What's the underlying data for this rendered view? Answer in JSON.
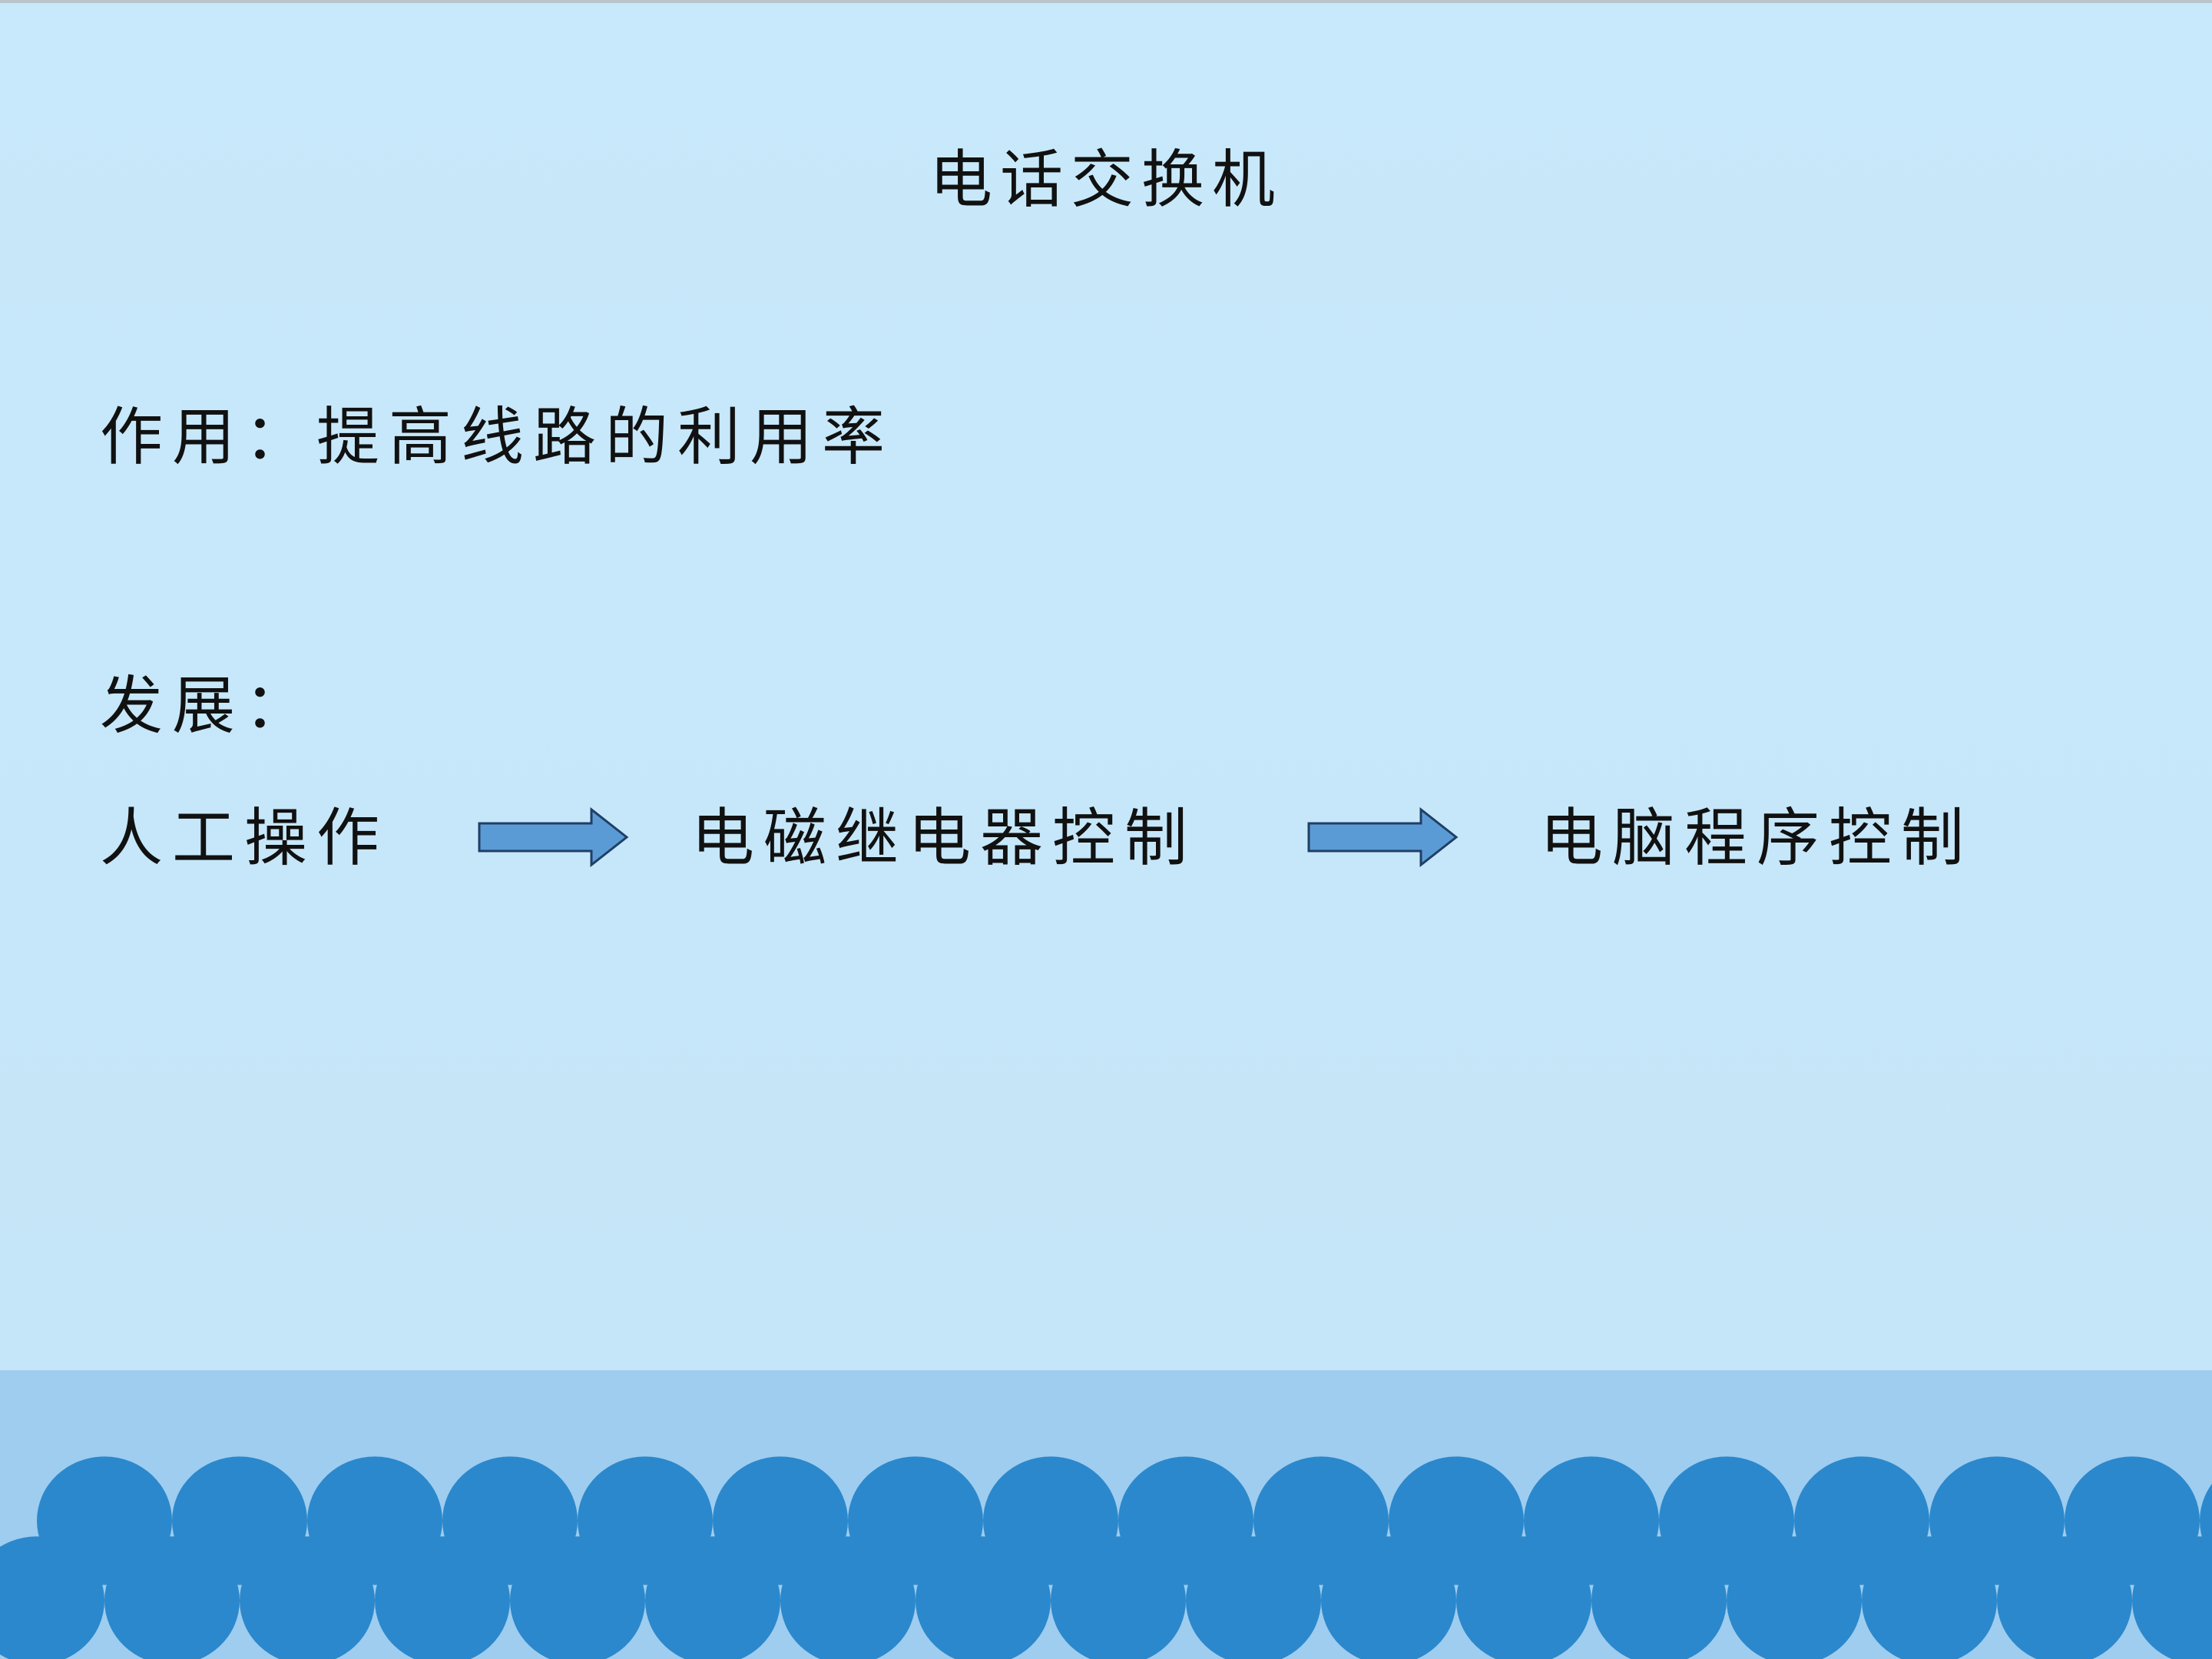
{
  "slide": {
    "title": "电话交换机",
    "purpose": "作用：提高线路的利用率",
    "development_label": "发展：",
    "steps": [
      "人工操作",
      "电磁继电器控制",
      "电脑程序控制"
    ]
  },
  "colors": {
    "background": "#c6e7f9",
    "band": "#9fcdef",
    "waves": "#2b88cc",
    "arrow_fill": "#5b9bd5",
    "arrow_stroke": "#1f3f66",
    "text": "#111111"
  }
}
